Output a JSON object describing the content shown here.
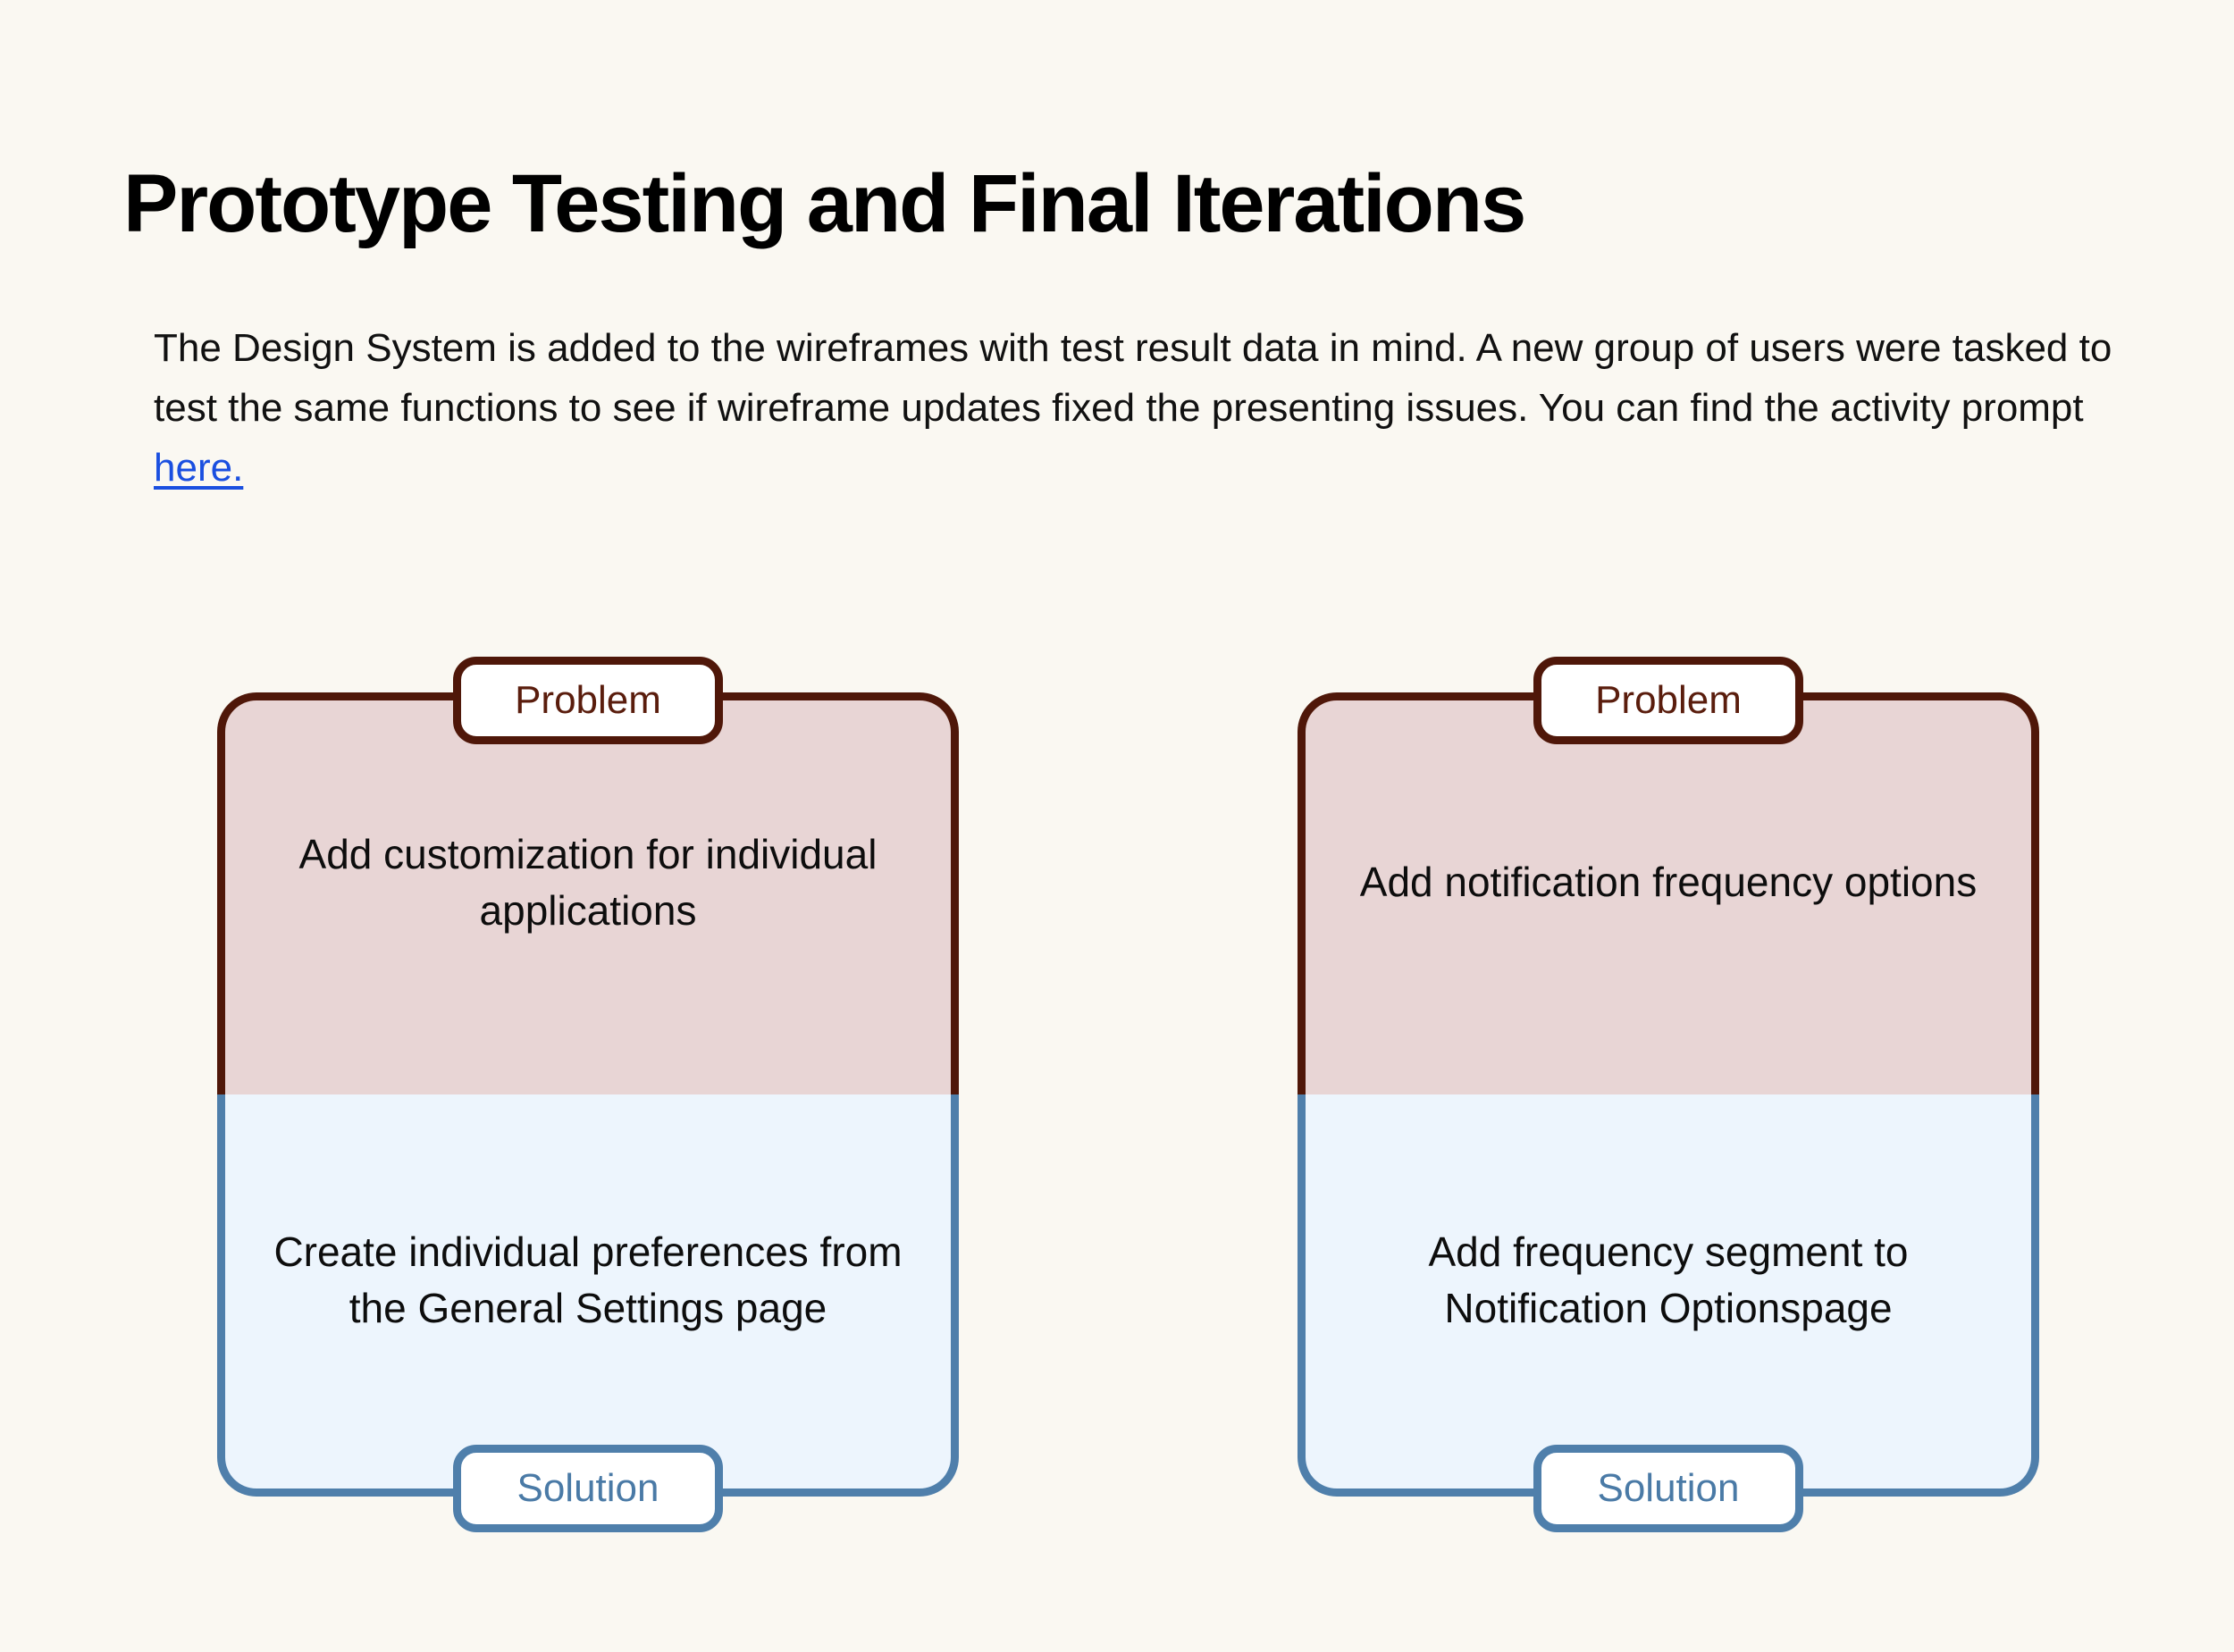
{
  "header": {
    "title": "Prototype Testing and Final Iterations",
    "intro_before_link": "The Design System is added to the wireframes with test result data in mind. A new group of users were tasked to test the same functions to see if wireframe updates fixed the presenting issues. You can find the activity prompt ",
    "intro_link": "here."
  },
  "colors": {
    "background": "#faf8f2",
    "problem_border": "#4f1709",
    "problem_fill": "#e8d5d5",
    "problem_label": "#5a1d0d",
    "solution_border": "#4f7fab",
    "solution_fill": "#edf5fd",
    "solution_label": "#4a7aa6",
    "link": "#1a4fe0",
    "title": "#000000"
  },
  "cards": [
    {
      "problem_label": "Problem",
      "problem_text": "Add customization for individual applications",
      "solution_label": "Solution",
      "solution_text": "Create individual preferences from the General Settings page"
    },
    {
      "problem_label": "Problem",
      "problem_text": "Add notification frequency options",
      "solution_label": "Solution",
      "solution_text": "Add frequency segment to Notification Optionspage"
    }
  ]
}
